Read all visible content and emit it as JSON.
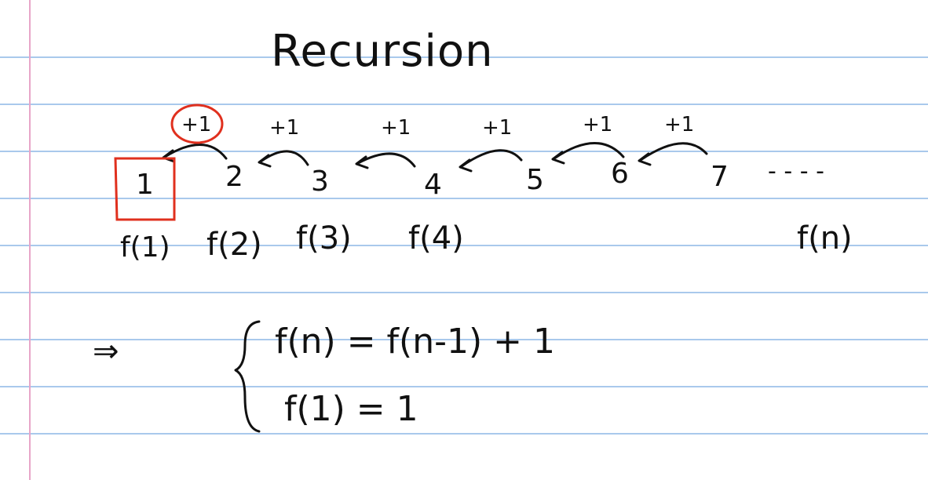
{
  "title": "Recursion",
  "sequence": [
    "1",
    "2",
    "3",
    "4",
    "5",
    "6",
    "7"
  ],
  "ellipsis": "- - - -",
  "increments": [
    "+1",
    "+1",
    "+1",
    "+1",
    "+1",
    "+1"
  ],
  "function_labels": [
    "f(1)",
    "f(2)",
    "f(3)",
    "f(4)",
    "f(n)"
  ],
  "implies": "⇒",
  "equations": {
    "recurrence": "f(n) = f(n-1) + 1",
    "base_case": "f(1) = 1"
  },
  "colors": {
    "ink": "#111111",
    "highlight": "#e0301e",
    "rule": "#a9c9ec",
    "margin": "#e8a6c8"
  }
}
